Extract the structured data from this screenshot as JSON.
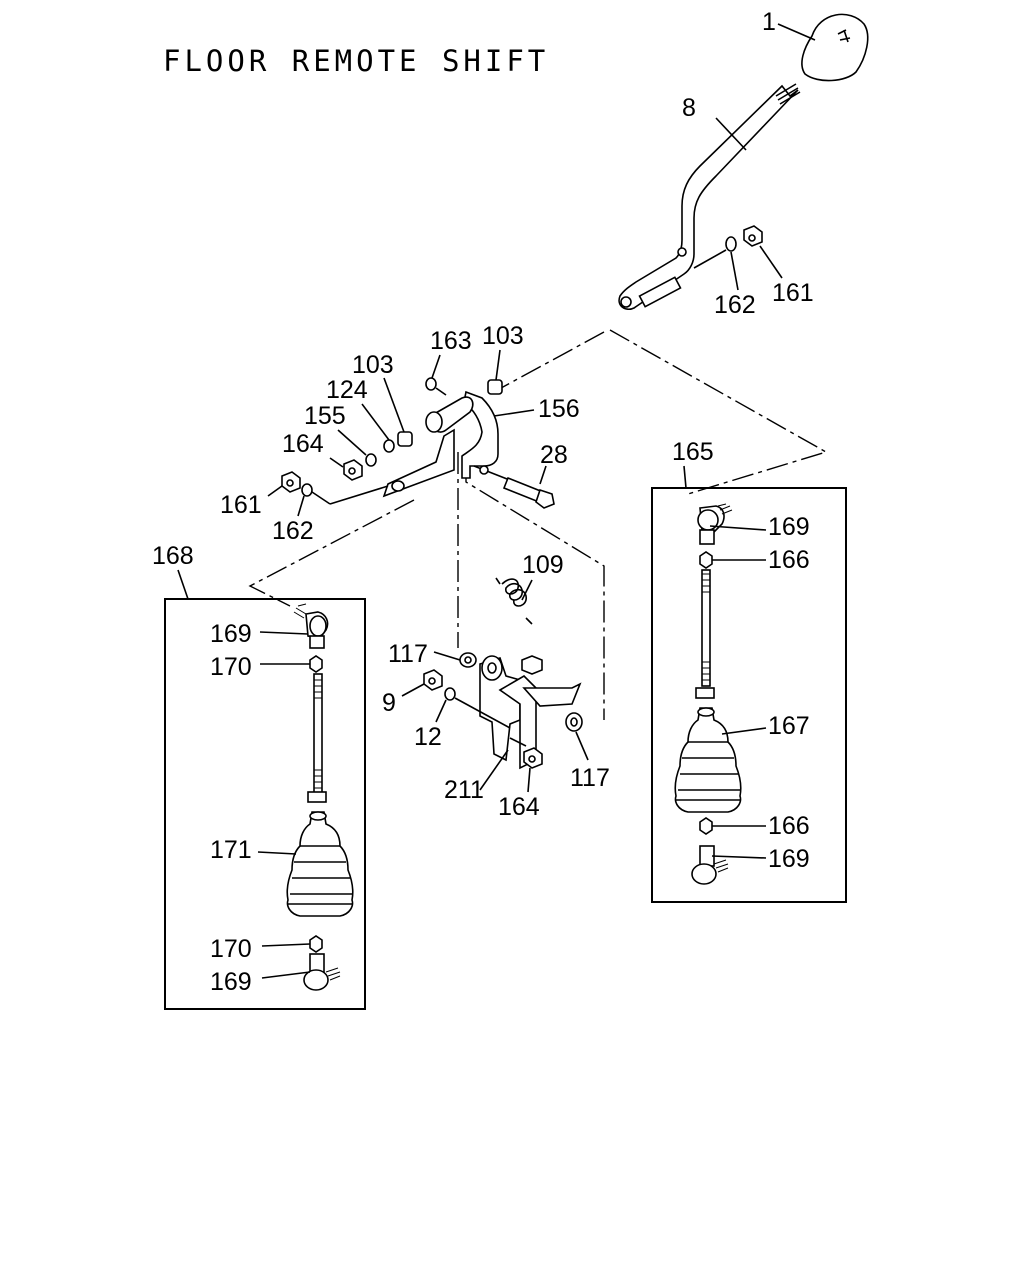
{
  "title": "FLOOR REMOTE SHIFT",
  "callouts": {
    "knob": "1",
    "lever": "8",
    "washer_upper": "162",
    "nut_upper": "161",
    "washer_163": "163",
    "bushing_103_right": "103",
    "bushing_103_left": "103",
    "washer_124": "124",
    "washer_155": "155",
    "nut_164_upper": "164",
    "bracket_156": "156",
    "pin_28": "28",
    "nut_161_left": "161",
    "washer_162_left": "162",
    "spring_109": "109",
    "bushing_117_left": "117",
    "nut_9": "9",
    "washer_12": "12",
    "bracket_211": "211",
    "nut_164_lower": "164",
    "bushing_117_right": "117",
    "group_168": "168",
    "end_169_top_left": "169",
    "nut_170_top": "170",
    "boot_171": "171",
    "nut_170_bottom": "170",
    "end_169_bottom_left": "169",
    "group_165": "165",
    "end_169_top_right": "169",
    "nut_166_top": "166",
    "boot_167": "167",
    "nut_166_bottom": "166",
    "end_169_bottom_right": "169"
  }
}
